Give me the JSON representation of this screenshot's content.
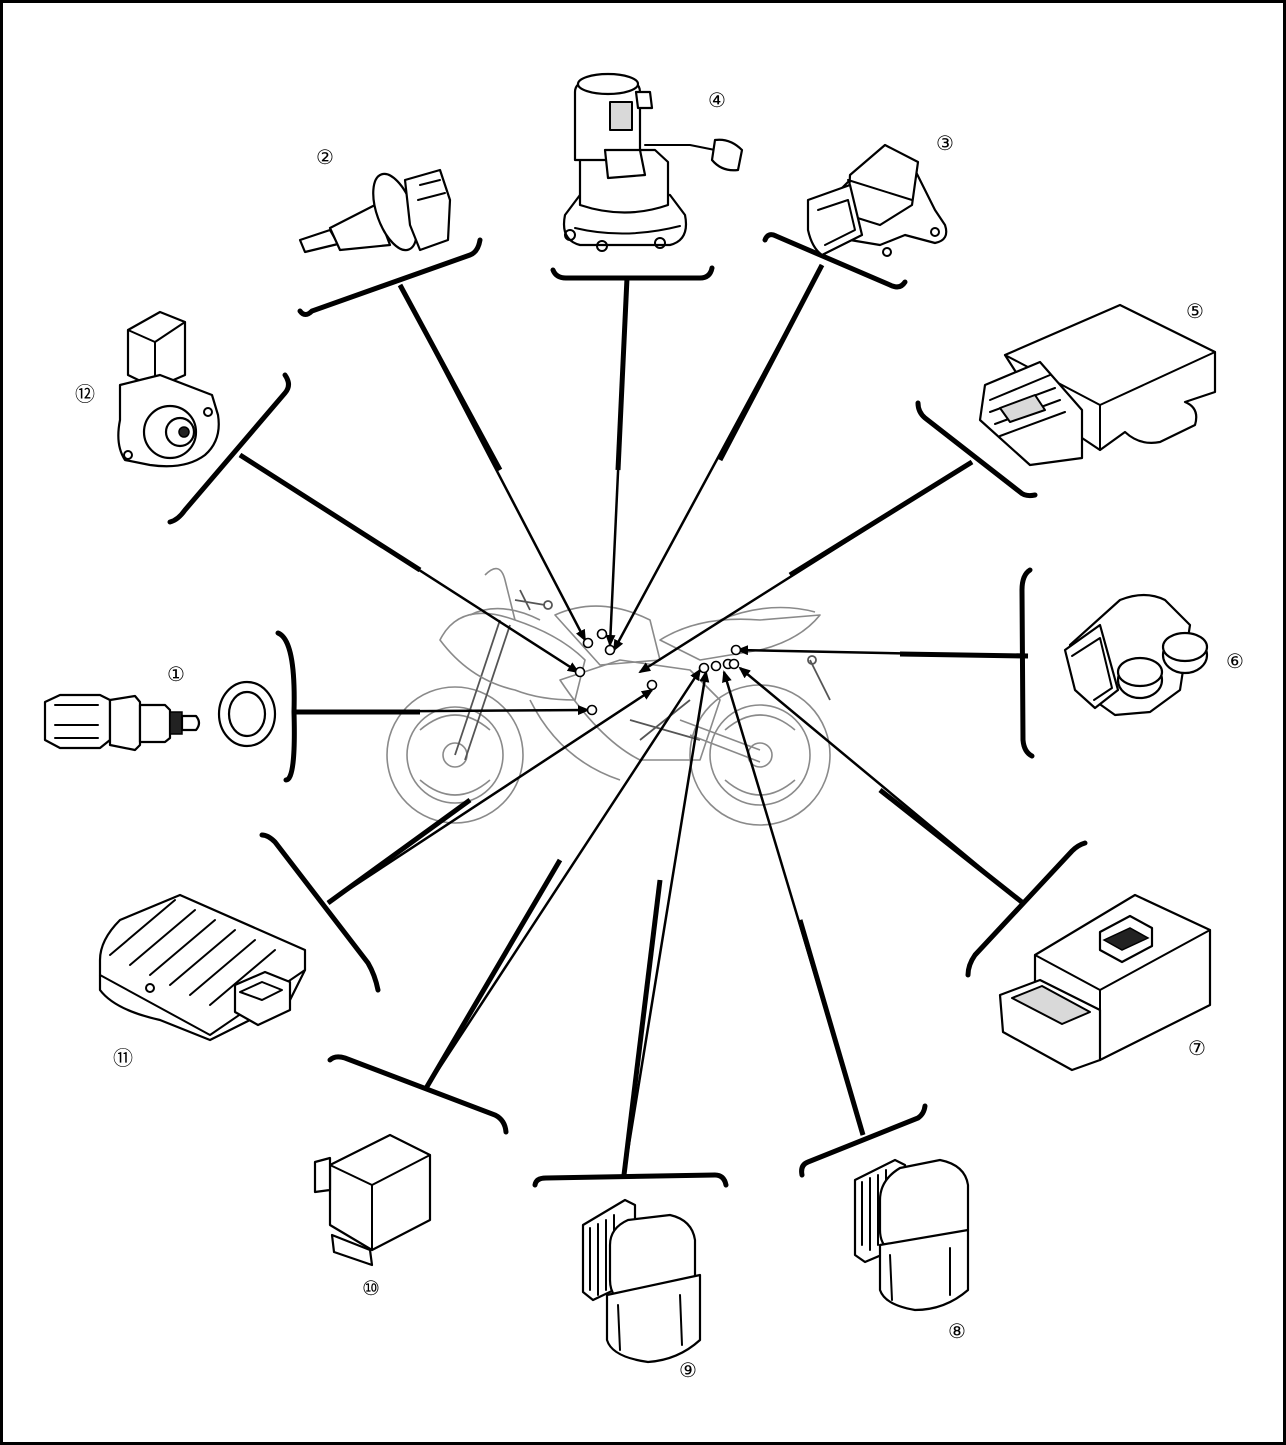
{
  "parts": [
    {
      "id": 1,
      "label": "①"
    },
    {
      "id": 2,
      "label": "②"
    },
    {
      "id": 3,
      "label": "③"
    },
    {
      "id": 4,
      "label": "④"
    },
    {
      "id": 5,
      "label": "⑤"
    },
    {
      "id": 6,
      "label": "⑥"
    },
    {
      "id": 7,
      "label": "⑦"
    },
    {
      "id": 8,
      "label": "⑧"
    },
    {
      "id": 9,
      "label": "⑨"
    },
    {
      "id": 10,
      "label": "⑩"
    },
    {
      "id": 11,
      "label": "⑪"
    },
    {
      "id": 12,
      "label": "⑫"
    }
  ]
}
